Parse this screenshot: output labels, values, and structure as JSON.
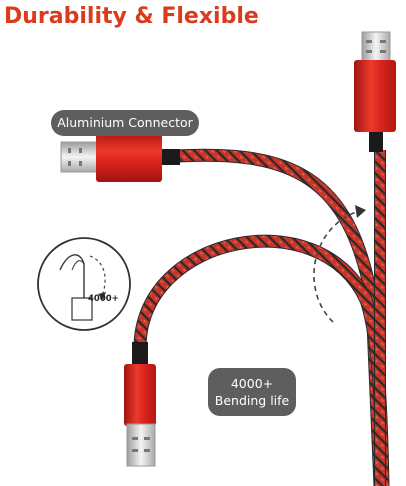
{
  "header": {
    "title": "Durability & Flexible"
  },
  "labels": {
    "connector": "Aluminium Connector",
    "bending_count": "4000+",
    "bending_text": "Bending life"
  },
  "diagram": {
    "inset_count": "4000+"
  },
  "colors": {
    "title_red": "#d93b1c",
    "connector_red": "#d9231d",
    "braid_red": "#c8352b",
    "braid_dark": "#2a2a2a",
    "label_gray": "#5e5e5e"
  }
}
